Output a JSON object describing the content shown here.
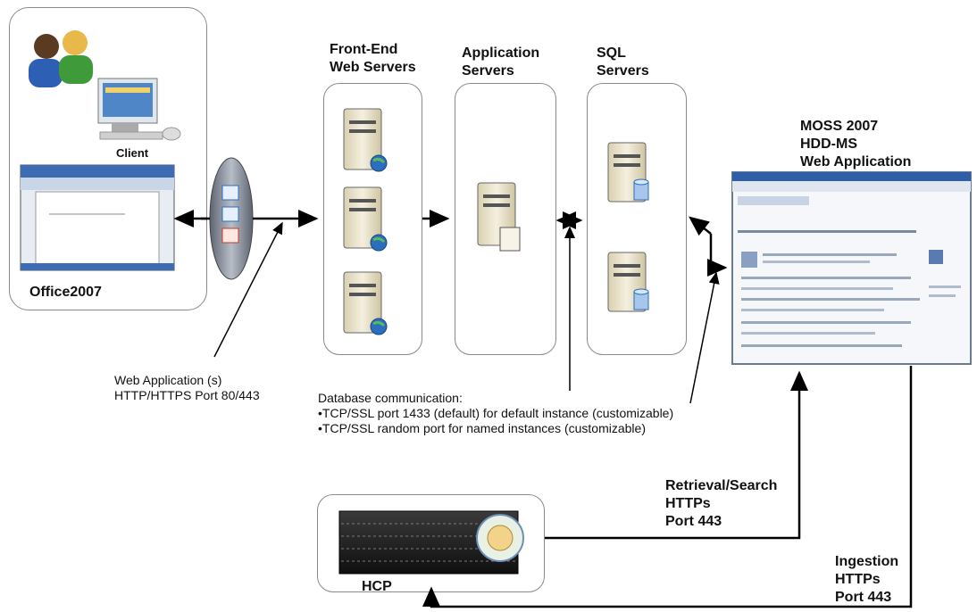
{
  "client": {
    "caption": "Client",
    "office_label": "Office2007"
  },
  "tiers": {
    "frontend": {
      "label": "Front-End\nWeb Servers"
    },
    "app": {
      "label": "Application\nServers"
    },
    "sql": {
      "label": "SQL\nServers"
    }
  },
  "moss": {
    "label": "MOSS 2007\nHDD-MS\nWeb Application"
  },
  "hcp": {
    "label": "HCP"
  },
  "notes": {
    "web_app": "Web Application (s)\nHTTP/HTTPS Port 80/443",
    "database": "Database communication:\n•TCP/SSL port 1433 (default) for default instance (customizable)\n•TCP/SSL random port for named instances (customizable)",
    "retrieval": "Retrieval/Search\nHTTPs\nPort 443",
    "ingestion": "Ingestion\nHTTPs\nPort 443"
  },
  "colors": {
    "arrow": "#000000",
    "box_border": "#8a8a8a",
    "server_body": "#e8e0c8",
    "globe": "#2a6ebd"
  }
}
